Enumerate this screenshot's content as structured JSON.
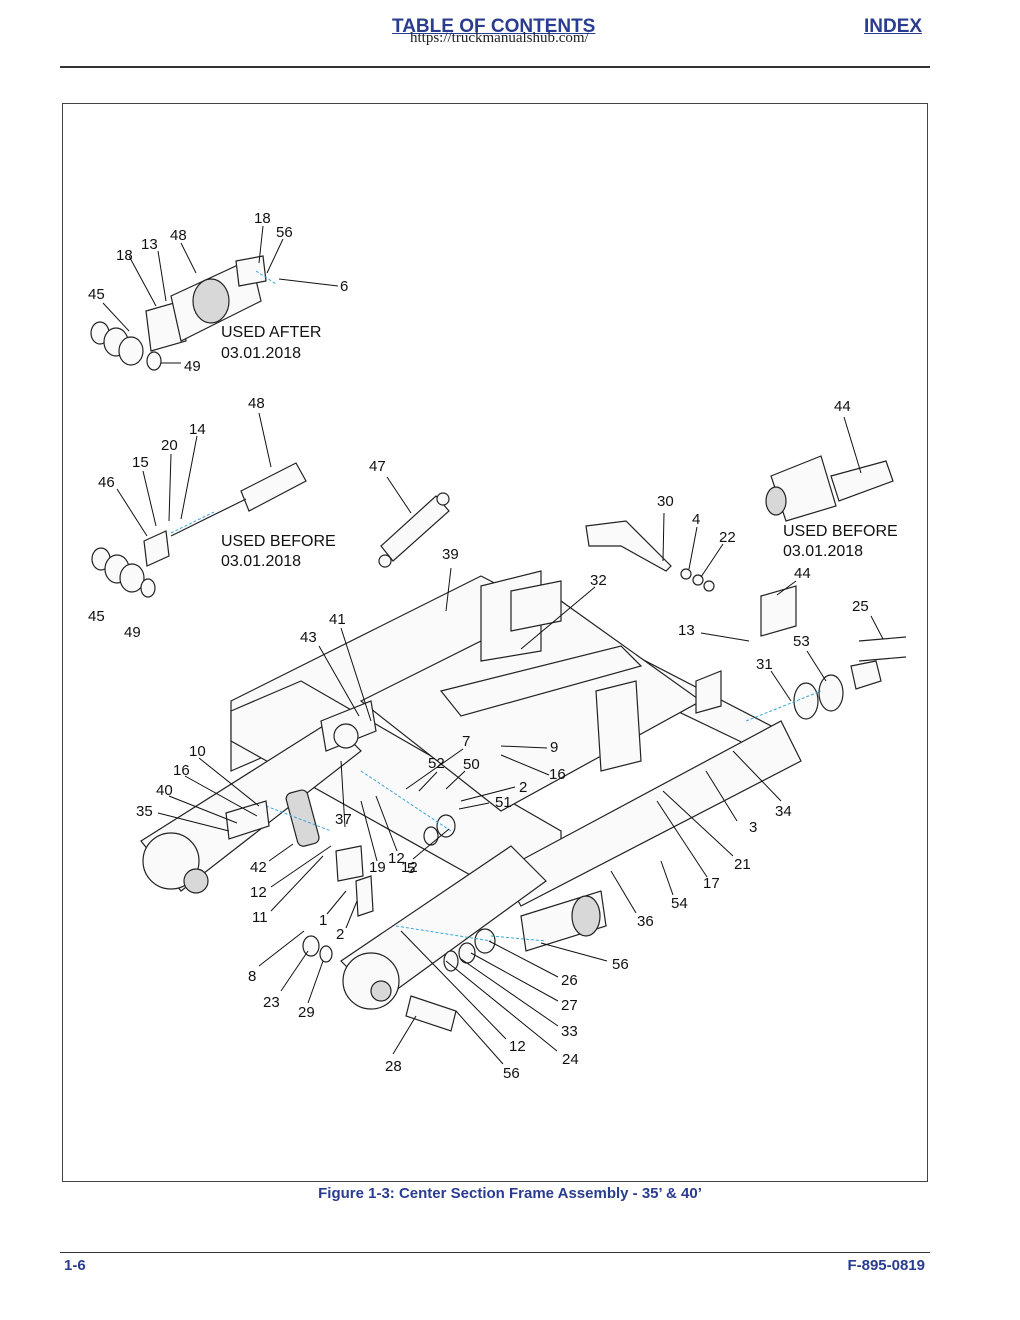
{
  "header": {
    "toc_link": "TABLE OF CONTENTS",
    "url_overlay": "https://truckmanualshub.com/",
    "index_link": "INDEX"
  },
  "figure": {
    "caption": "Figure 1-3:  Center Section Frame Assembly - 35’ & 40’",
    "notes": [
      "USED AFTER",
      "03.01.2018",
      "USED BEFORE",
      "03.01.2018",
      "USED BEFORE",
      "03.01.2018"
    ],
    "part_labels": [
      "18",
      "13",
      "48",
      "18",
      "56",
      "6",
      "45",
      "49",
      "48",
      "14",
      "20",
      "15",
      "46",
      "45",
      "49",
      "47",
      "44",
      "30",
      "4",
      "22",
      "44",
      "25",
      "13",
      "53",
      "31",
      "39",
      "32",
      "41",
      "43",
      "7",
      "9",
      "52",
      "50",
      "16",
      "10",
      "16",
      "2",
      "40",
      "51",
      "35",
      "37",
      "42",
      "12",
      "19",
      "12",
      "5",
      "3",
      "34",
      "21",
      "17",
      "54",
      "36",
      "11",
      "12",
      "1",
      "2",
      "8",
      "23",
      "29",
      "56",
      "26",
      "27",
      "33",
      "28",
      "12",
      "56",
      "24"
    ]
  },
  "footer": {
    "page_number": "1-6",
    "doc_number": "F-895-0819"
  }
}
